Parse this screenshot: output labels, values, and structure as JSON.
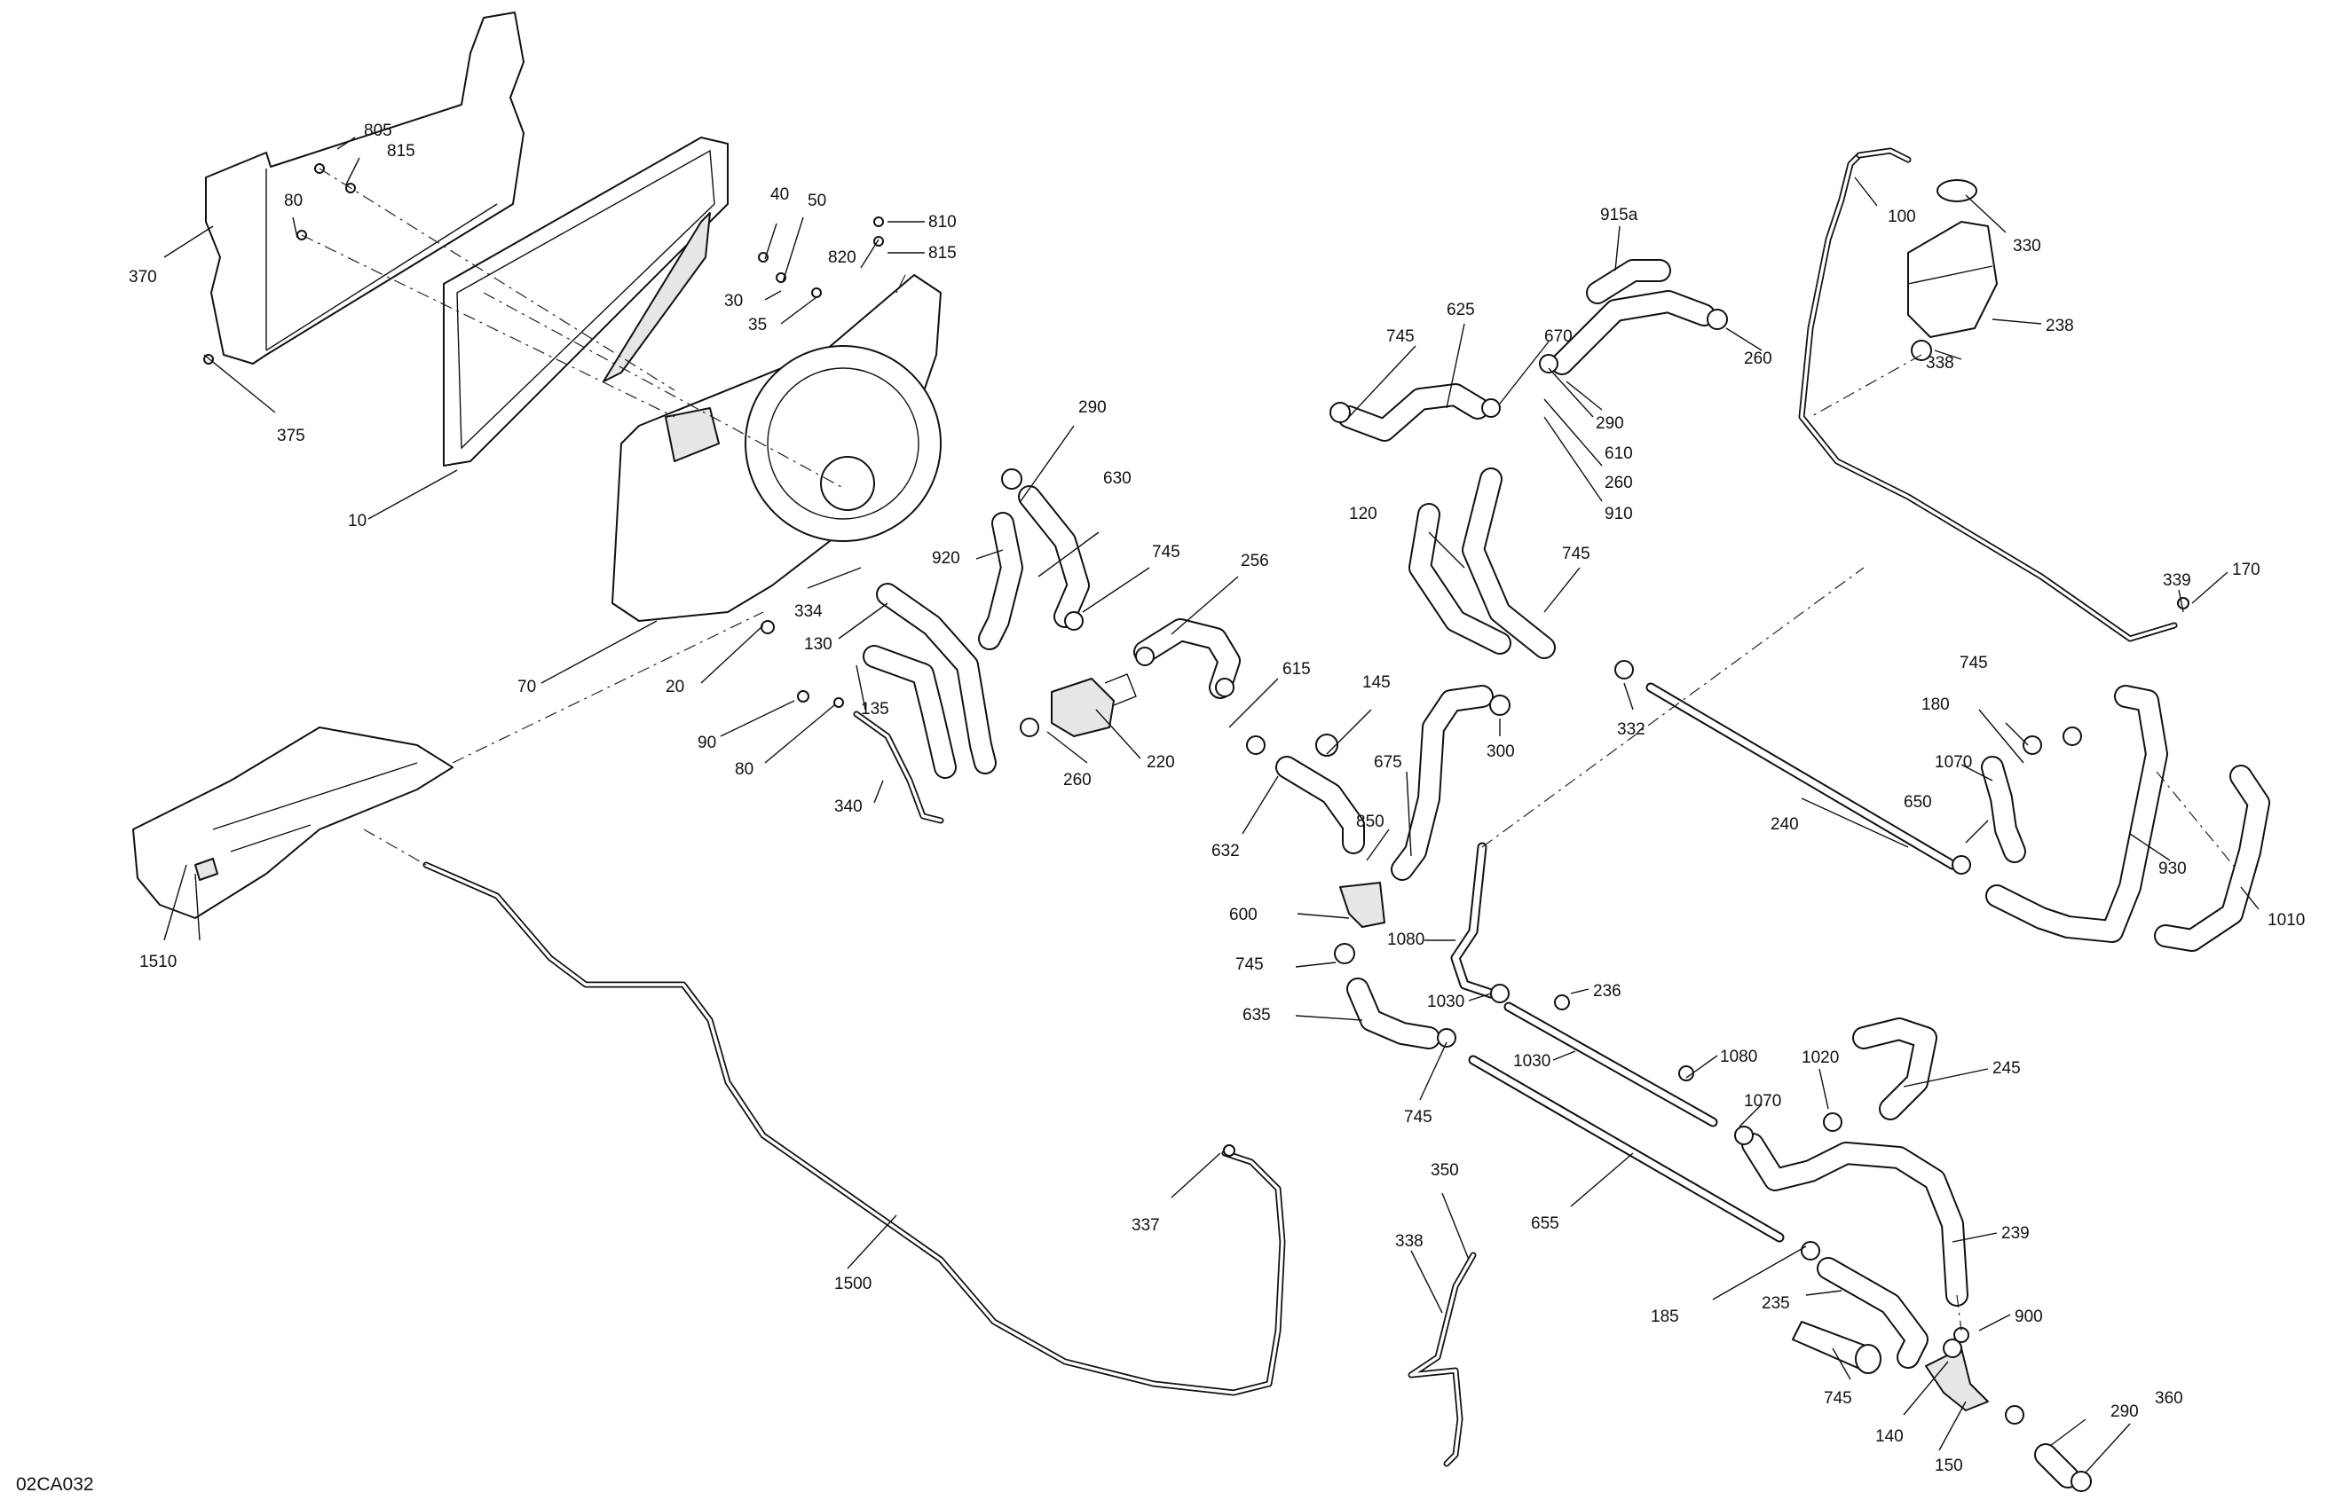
{
  "diagram": {
    "code": "02CA032",
    "labels": [
      "805",
      "815",
      "80",
      "370",
      "375",
      "10",
      "40",
      "50",
      "30",
      "35",
      "820",
      "810",
      "815",
      "70",
      "20",
      "334",
      "90",
      "80",
      "130",
      "135",
      "340",
      "290",
      "630",
      "920",
      "745",
      "256",
      "260",
      "220",
      "615",
      "145",
      "632",
      "300",
      "675",
      "850",
      "600",
      "745",
      "635",
      "745",
      "915a",
      "625",
      "745",
      "670",
      "290",
      "260",
      "610",
      "260",
      "910",
      "120",
      "745",
      "332",
      "100",
      "330",
      "238",
      "338",
      "339",
      "170",
      "745",
      "180",
      "1070",
      "650",
      "240",
      "930",
      "1010",
      "1080",
      "1030",
      "236",
      "1030",
      "1080",
      "1070",
      "1020",
      "245",
      "655",
      "185",
      "235",
      "239",
      "900",
      "745",
      "140",
      "150",
      "290",
      "360",
      "350",
      "338",
      "337",
      "1500",
      "1510"
    ]
  }
}
